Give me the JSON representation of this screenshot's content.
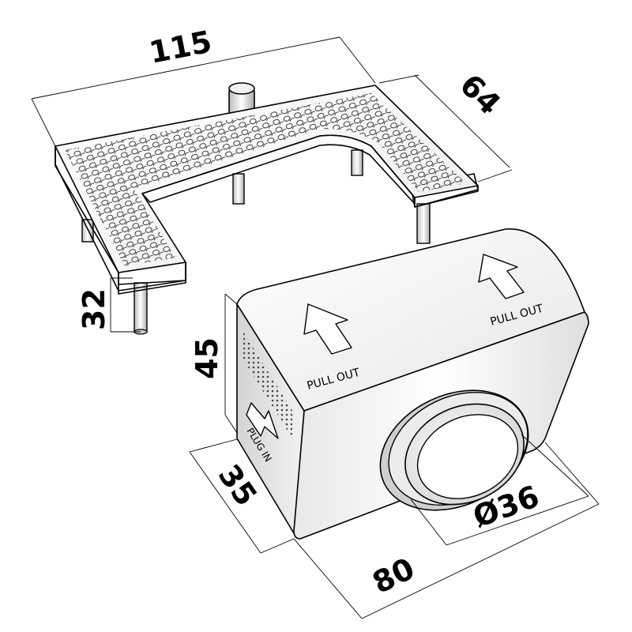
{
  "dimensions": {
    "tray_width": "115",
    "tray_depth": "64",
    "pin_height": "32",
    "box_height": "45",
    "box_depth": "35",
    "box_width": "80",
    "socket_diameter": "Ø36"
  },
  "labels": {
    "pull_out_left": "PULL OUT",
    "pull_out_right": "PULL OUT",
    "plug_in": "PLUG IN"
  }
}
